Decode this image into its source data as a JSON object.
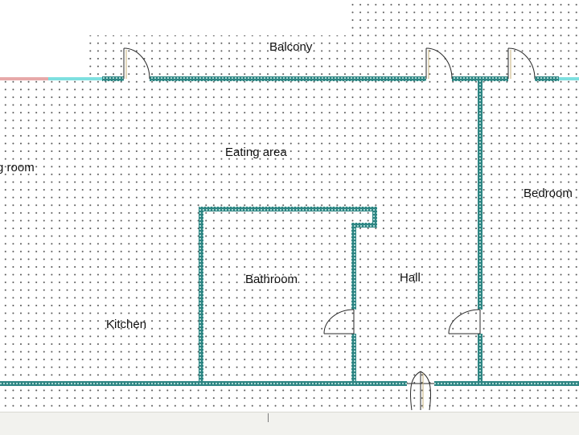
{
  "labels": {
    "balcony": "Balcony",
    "living_room": "g room",
    "eating_area": "Eating area",
    "bedroom": "Bedroom",
    "bathroom": "Bathroom",
    "hall": "Hall",
    "kitchen": "Kitchen"
  },
  "colors": {
    "wall": "#2e8583",
    "wall_hatch": "#b8dcd8",
    "window": "#7ee0e0",
    "window_alt": "#e7a9a9",
    "door": "#2a2a2a",
    "background": "#ffffff",
    "dots": "#5a5a5a"
  }
}
